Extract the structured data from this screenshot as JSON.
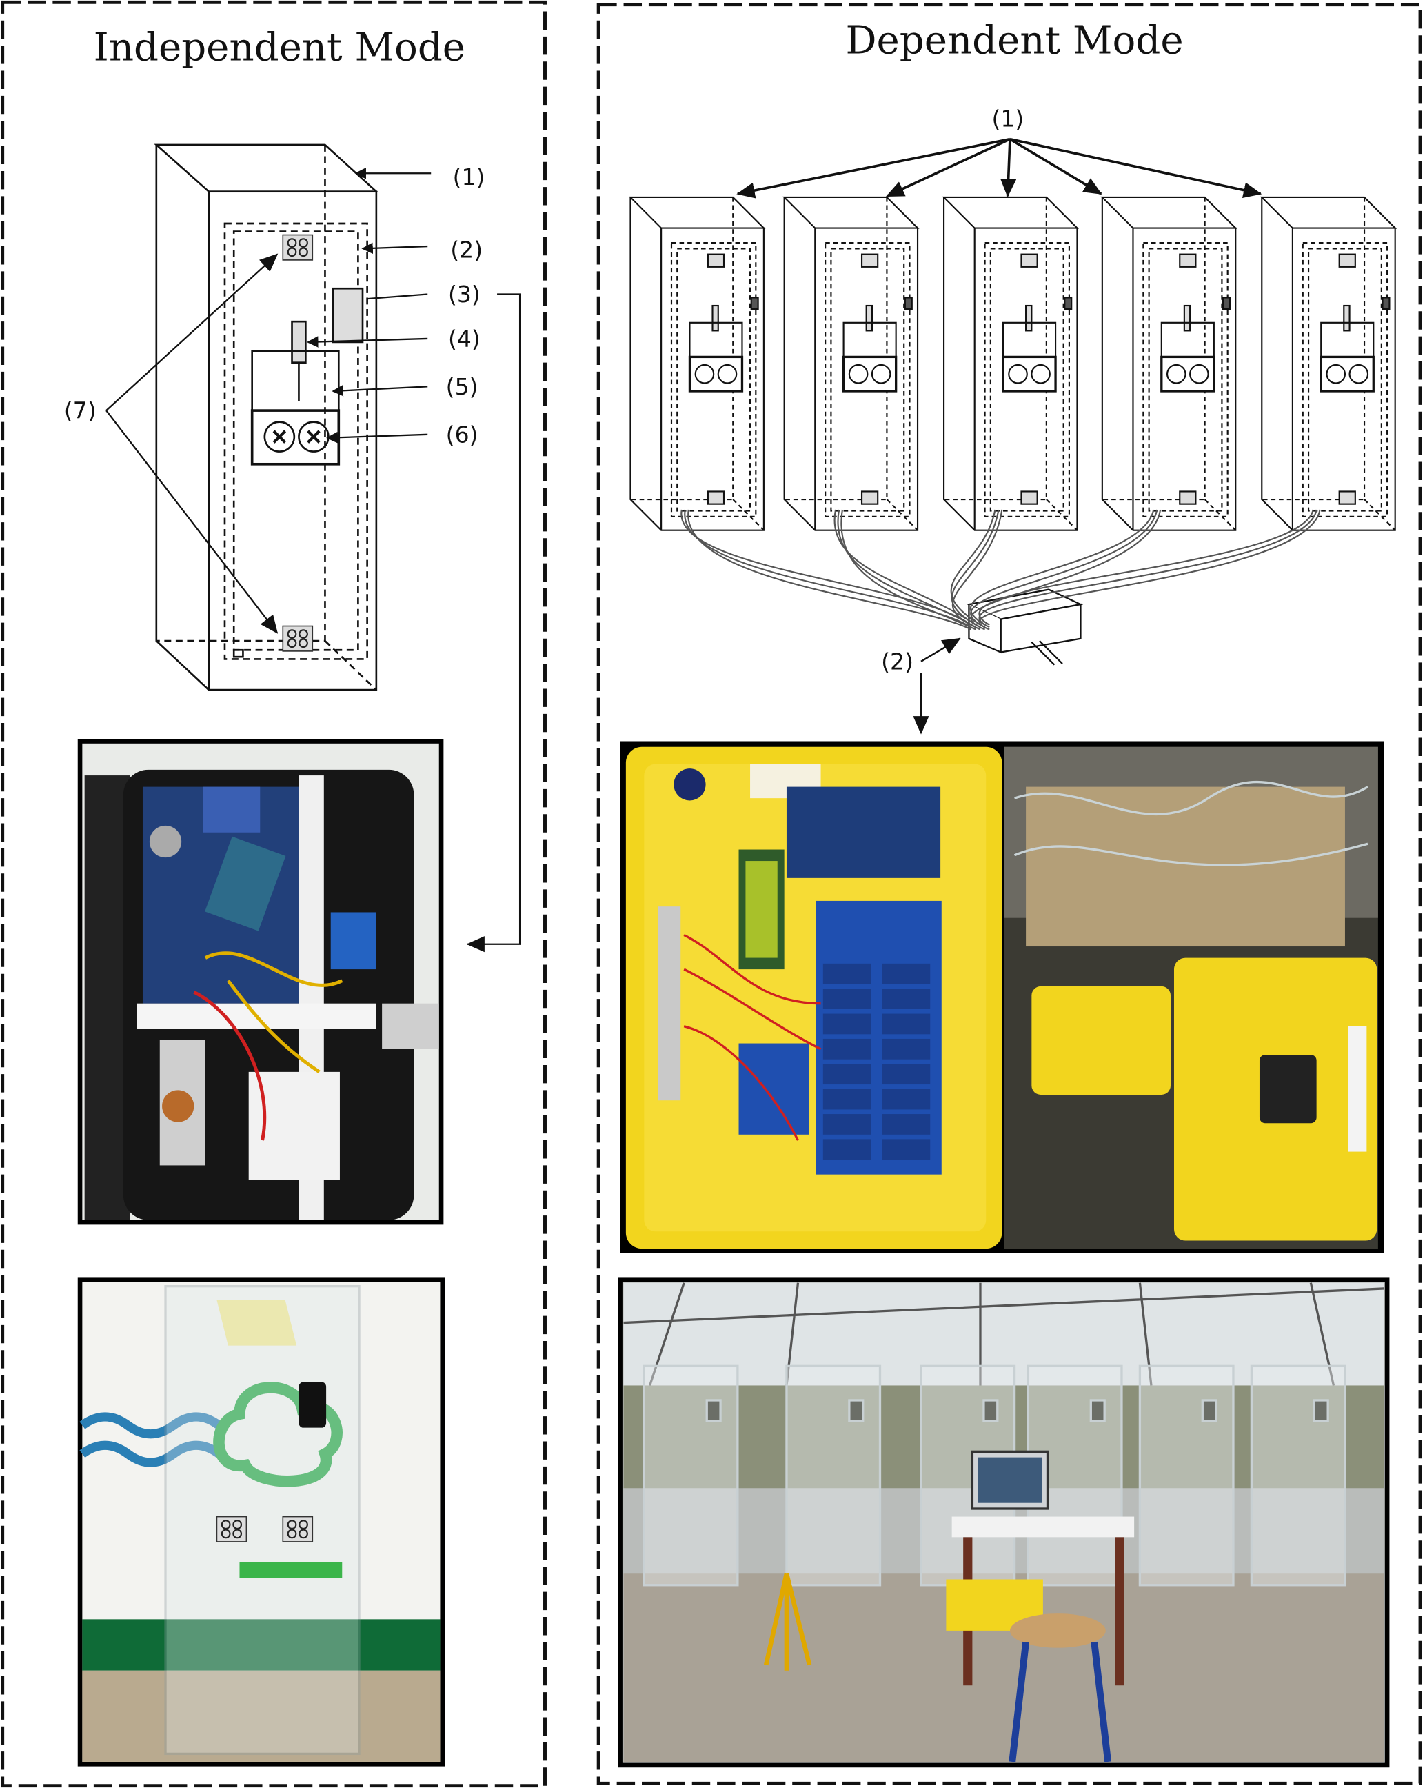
{
  "independent": {
    "title": "Independent Mode",
    "labels": [
      "(1)",
      "(2)",
      "(3)",
      "(4)",
      "(5)",
      "(6)",
      "(7)"
    ]
  },
  "dependent": {
    "title": "Dependent Mode",
    "labels": [
      "(1)",
      "(2)"
    ],
    "chamber_count": 5
  },
  "photos": {
    "panel_background": "#f2f2f2",
    "case_color": "#f2d51e",
    "relay_color": "#1f4fb0",
    "dark_case": "#1a1a1a"
  }
}
